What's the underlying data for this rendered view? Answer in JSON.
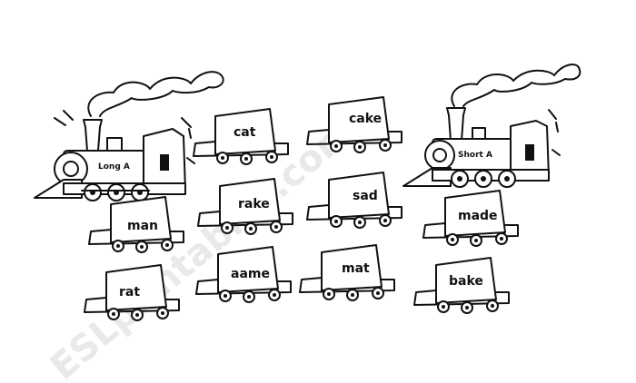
{
  "watermark": "ESLprintables.com",
  "engines": {
    "long": {
      "label": "Long A"
    },
    "short": {
      "label": "Short A"
    }
  },
  "cars": {
    "cat": "cat",
    "cake": "cake",
    "rake": "rake",
    "sad": "sad",
    "man": "man",
    "made": "made",
    "rat": "rat",
    "aame": "aame",
    "mat": "mat",
    "bake": "bake"
  }
}
